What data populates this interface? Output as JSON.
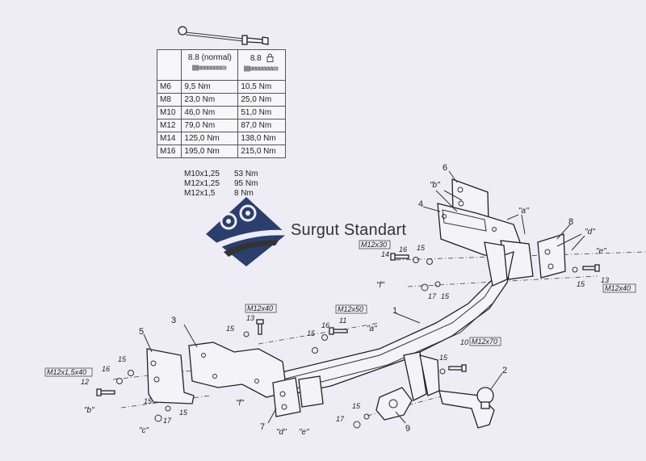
{
  "torque_table": {
    "headers": [
      "",
      "8.8 (normal)",
      "8.8"
    ],
    "rows": [
      [
        "M6",
        "9,5 Nm",
        "10,5 Nm"
      ],
      [
        "M8",
        "23,0 Nm",
        "25,0 Nm"
      ],
      [
        "M10",
        "46,0 Nm",
        "51,0 Nm"
      ],
      [
        "M12",
        "79,0 Nm",
        "87,0 Nm"
      ],
      [
        "M14",
        "125,0 Nm",
        "138,0 Nm"
      ],
      [
        "M16",
        "195,0 Nm",
        "215,0 Nm"
      ]
    ]
  },
  "extra_torque": [
    [
      "M10x1,25",
      "53 Nm"
    ],
    [
      "M12x1,25",
      "95 Nm"
    ],
    [
      "M12x1,5",
      "8 Nm"
    ]
  ],
  "watermark": {
    "text": "Surgut Standart"
  },
  "parts": {
    "p1": "1",
    "p2": "2",
    "p3": "3",
    "p4": "4",
    "p5": "5",
    "p6": "6",
    "p7": "7",
    "p8": "8",
    "p9": "9",
    "p10": "10",
    "p11": "11",
    "p12": "12",
    "p13a": "13",
    "p13b": "13",
    "p14": "14",
    "p15": "15",
    "p16": "16",
    "p17": "17"
  },
  "callouts": {
    "a": "\"a\"",
    "b": "\"b\"",
    "c": "\"c\"",
    "d": "\"d\"",
    "e": "\"e\"",
    "f": "\"f\""
  },
  "sizes": {
    "m12x30": "M12x30",
    "m12x40": "M12x40",
    "m12x50": "M12x50",
    "m12x70": "M12x70",
    "m12x15x40": "M12x1,5x40"
  },
  "colors": {
    "watermark_navy": "#2b3f6e",
    "watermark_dark": "#333333"
  }
}
